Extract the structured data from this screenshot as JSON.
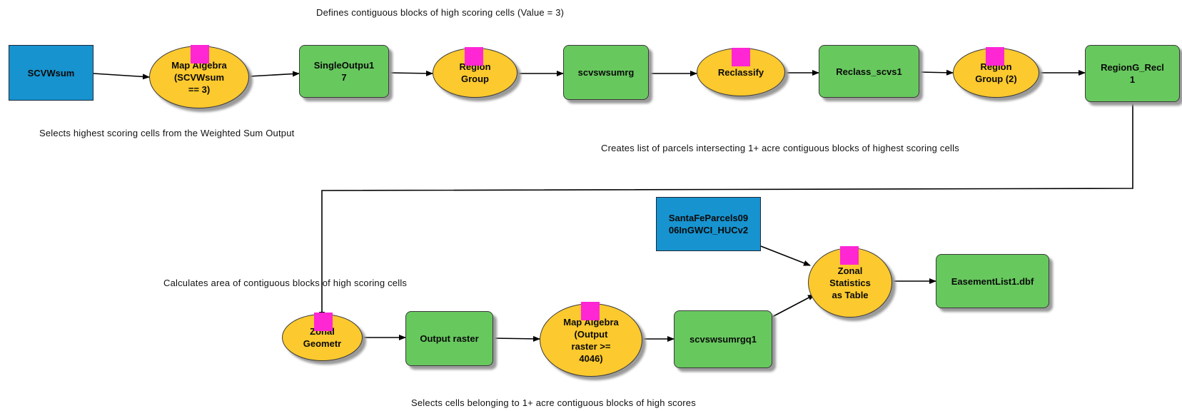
{
  "nodes": {
    "scvwsum": "SCVWsum",
    "map_algebra_1": "Map Algebra\n(SCVWsum\n== 3)",
    "single_output": "SingleOutpu1\n7",
    "region_group_1": "Region\nGroup",
    "scvswsumrg": "scvswsumrg",
    "reclassify": "Reclassify",
    "reclass_scvs1": "Reclass_scvs1",
    "region_group_2": "Region\nGroup (2)",
    "regiong_recl": "RegionG_Recl\n1",
    "zonal_geometry": "Zonal\nGeometr",
    "output_raster": "Output raster",
    "map_algebra_2": "Map Algebra\n(Output\nraster >=\n4046)",
    "scvswsumrgq1": "scvswsumrgq1",
    "parcels": "SantaFeParcels09\n06InGWCI_HUCv2",
    "zonal_stats": "Zonal\nStatistics\nas Table",
    "easement": "EasementList1.dbf"
  },
  "notes": {
    "top": "Defines contiguous blocks of high scoring cells (Value = 3)",
    "selects_highest": "Selects highest scoring cells from the Weighted Sum Output",
    "creates_list": "Creates list of parcels intersecting 1+ acre contiguous blocks of highest scoring cells",
    "calculates_area": "Calculates area of contiguous blocks of high scoring cells",
    "selects_cells": "Selects cells belonging to 1+ acre contiguous blocks of high scores"
  },
  "colors": {
    "input_data": "#1793cf",
    "tool": "#fcc92e",
    "derived_data": "#67c85e",
    "tool_icon": "#ff26d4",
    "connector": "#000000"
  },
  "icons": {
    "tool": "hammer-icon"
  }
}
